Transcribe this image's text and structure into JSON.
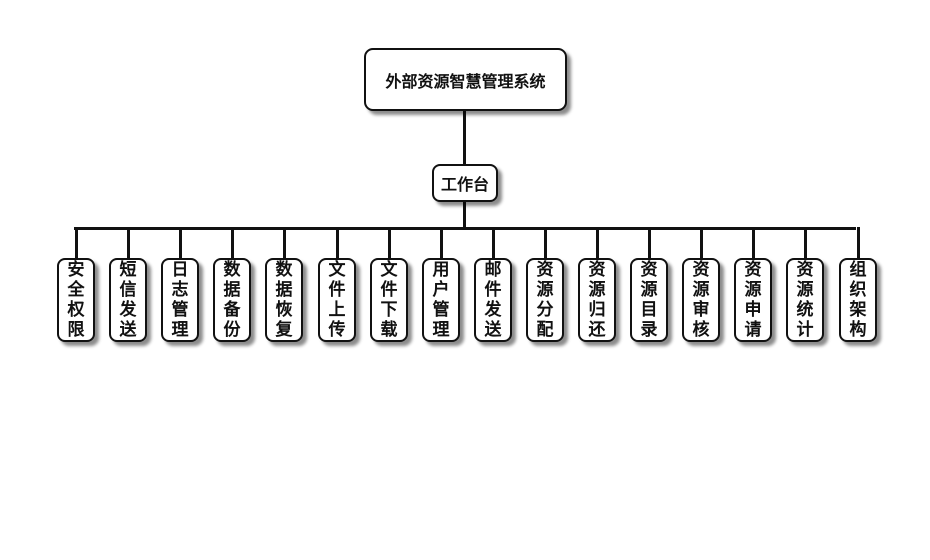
{
  "diagram": {
    "type": "org-chart",
    "root": {
      "label": "外部资源智慧管理系统"
    },
    "middle": {
      "label": "工作台"
    },
    "leaves": [
      {
        "label": "安全权限"
      },
      {
        "label": "短信发送"
      },
      {
        "label": "日志管理"
      },
      {
        "label": "数据备份"
      },
      {
        "label": "数据恢复"
      },
      {
        "label": "文件上传"
      },
      {
        "label": "文件下载"
      },
      {
        "label": "用户管理"
      },
      {
        "label": "邮件发送"
      },
      {
        "label": "资源分配"
      },
      {
        "label": "资源归还"
      },
      {
        "label": "资源目录"
      },
      {
        "label": "资源审核"
      },
      {
        "label": "资源申请"
      },
      {
        "label": "资源统计"
      },
      {
        "label": "组织架构"
      }
    ]
  }
}
